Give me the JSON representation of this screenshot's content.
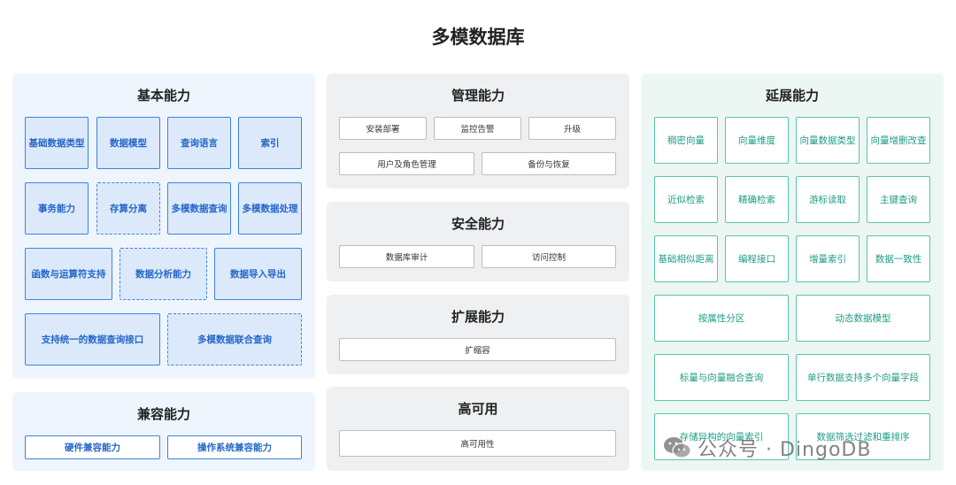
{
  "title": "多模数据库",
  "basic": {
    "title": "基本能力",
    "items": [
      "基础数据类型",
      "数据模型",
      "查询语言",
      "索引",
      "事务能力",
      "存算分离",
      "多模数据查询",
      "多模数据处理",
      "函数与运算符支持",
      "数据分析能力",
      "数据导入导出",
      "支持统一的数据查询接口",
      "多模数据联合查询"
    ]
  },
  "compat": {
    "title": "兼容能力",
    "items": [
      "硬件兼容能力",
      "操作系统兼容能力"
    ]
  },
  "manage": {
    "title": "管理能力",
    "items": [
      "安装部署",
      "监控告警",
      "升级",
      "用户及角色管理",
      "备份与恢复"
    ]
  },
  "security": {
    "title": "安全能力",
    "items": [
      "数据库审计",
      "访问控制"
    ]
  },
  "scale": {
    "title": "扩展能力",
    "items": [
      "扩缩容"
    ]
  },
  "ha": {
    "title": "高可用",
    "items": [
      "高可用性"
    ]
  },
  "ext": {
    "title": "延展能力",
    "items": [
      "稠密向量",
      "向量维度",
      "向量数据类型",
      "向量增删改查",
      "近似检索",
      "精确检索",
      "游标读取",
      "主键查询",
      "基础相似距离",
      "编程接口",
      "增量索引",
      "数据一致性",
      "按属性分区",
      "动态数据模型",
      "标量与向量融合查询",
      "单行数据支持多个向量字段",
      "存储异构的向量索引",
      "数据筛选过滤和重排序"
    ]
  },
  "watermark": {
    "text": "公众号 · DingoDB",
    "icon": "wechat-icon"
  },
  "colors": {
    "blue_accent": "#3f82e0",
    "teal_accent": "#5cc4ac"
  }
}
